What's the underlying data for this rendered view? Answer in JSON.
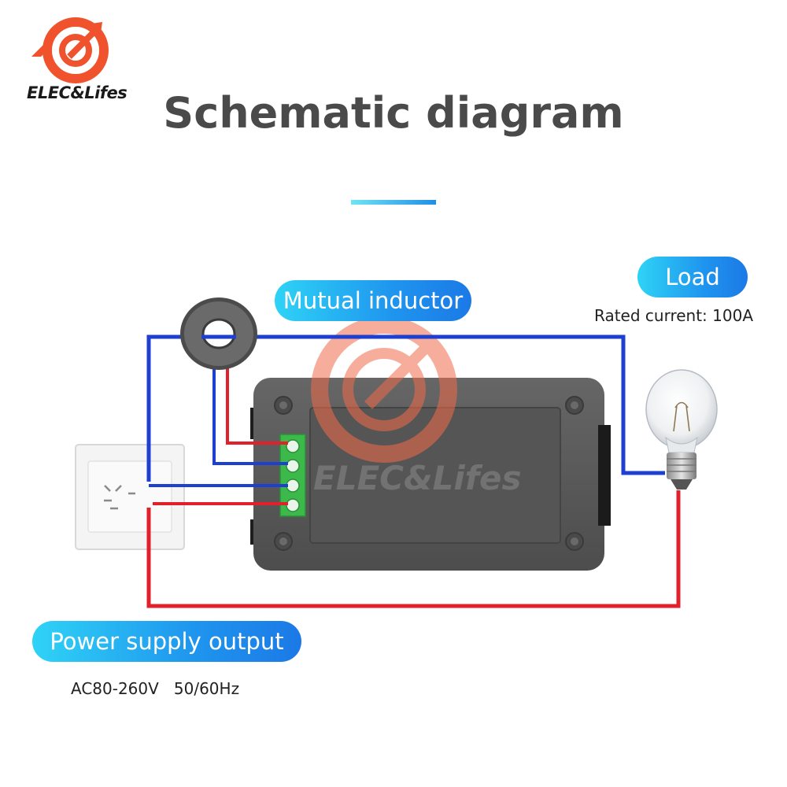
{
  "brand": {
    "name": "ELEC&Lifes",
    "watermark_text": "ELEC&Lifes",
    "accent_color": "#f0522d"
  },
  "title": "Schematic diagram",
  "labels": {
    "mutual_inductor": "Mutual inductor",
    "load": "Load",
    "load_caption": "Rated current: 100A",
    "power_supply": "Power supply output",
    "power_caption": "AC80-260V   50/60Hz"
  },
  "colors": {
    "wire_blue": "#1f3fd0",
    "wire_red": "#e0202a",
    "pill_gradient_start": "#2fd3f6",
    "pill_gradient_end": "#1c79e6",
    "meter_body": "#5b5b5b",
    "terminal_block": "#3db84a"
  },
  "icons": {
    "logo": "elec-lifes-logo-icon",
    "transformer": "current-transformer-icon",
    "meter": "power-meter-icon",
    "bulb": "light-bulb-icon",
    "socket": "wall-socket-icon"
  }
}
